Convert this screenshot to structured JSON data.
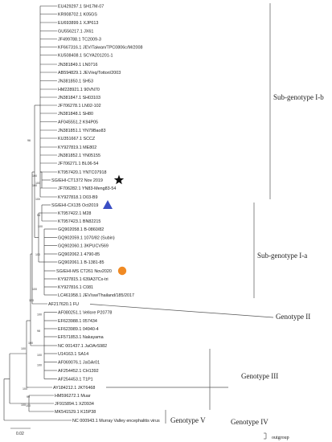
{
  "taxa": [
    "EU429297.1 SH17M-07",
    "KR908702.1 K05GS",
    "EU693899.1 XJP613",
    "GU556217.1 JX61",
    "JF499788.1 TC2009-3",
    "KF667316.1 JEV/Taiwan/TPC0806c/M/2008",
    "KU508408.1 SCYA201201-1",
    "JN381849.1 LN0716",
    "AB594829.1 JEV/eq/Tottori/2003",
    "JN381850.1 SH53",
    "HM228921.1 90VN70",
    "JN381847.1 SH03103",
    "JF706278.1 LN02-102",
    "JN381848.1 SH80",
    "AF045551.2 K94P05",
    "JN381851.1 YN79Bao83",
    "KU351667.1 SCCZ",
    "KY927819.1 ME802",
    "JN381852.1 YN05155",
    "JF706271.1 BL06-54",
    "KT957420.1 YNTC07918",
    "SG/EHI-CT1372 Nov 2019",
    "JF706282.1 YN83-Meng83-54",
    "KY927818.1 D03-B9",
    "SG/EHI-CX135 Oct2019",
    "KT957422.1 M28",
    "KT957423.1 BN82215",
    "GQ902058.1 B-0860/82",
    "GQ902059.1 1070/82 (Subin)",
    "GQ902060.1 3KPUCV569",
    "GQ902062.1 4790-85",
    "GQ902061.1 B-1381-85",
    "SG/EHI-MS CT261 Nov2020",
    "KY927815.1 639A37Cx-tri",
    "KY927816.1 C081",
    "LC461958.1 JEV/sw/Thailand/185/2017",
    "AF217620.1 FU",
    "AF080251.1 Vellore P20778",
    "EF623988.1 057434",
    "EF623989.1 04940-4",
    "EF571853.1 Nakayama",
    "NC 001437.1 JaOArS982",
    "U14163.1 SA14",
    "AF069076.1 JaGAr01",
    "AF254452.1 CH1392",
    "AF254453.1 T1P1",
    "AY184212.1 JKT6468",
    "HM596272.1 Muar",
    "JF915894.1 XZ0934",
    "MK541529.1 K15P38",
    "NC 000943.1 Murray Valley encephalitis virus"
  ],
  "bootstrap": [
    "100",
    "100",
    "100",
    "94",
    "100",
    "100",
    "100",
    "100",
    "100",
    "100",
    "98",
    "100",
    "100",
    "100",
    "100",
    "100",
    "99",
    "100",
    "96",
    "100"
  ],
  "groups": [
    {
      "label": "Sub-genotype I-b"
    },
    {
      "label": "Sub-genotype I-a"
    },
    {
      "label": "Genotype II"
    },
    {
      "label": "Genotype III"
    },
    {
      "label": "Genotype IV"
    },
    {
      "label": "Genotype V"
    },
    {
      "label": "outgroup"
    }
  ],
  "markers": [
    {
      "taxon": "SG/EHI-CT1372 Nov 2019",
      "shape": "star",
      "color": "#111111"
    },
    {
      "taxon": "SG/EHI-CX135 Oct2019",
      "shape": "triangle",
      "color": "#3b4fc4"
    },
    {
      "taxon": "SG/EHI-MS CT261 Nov2020",
      "shape": "circle",
      "color": "#f08a24"
    }
  ],
  "scale_bar": {
    "label": "0.02"
  }
}
